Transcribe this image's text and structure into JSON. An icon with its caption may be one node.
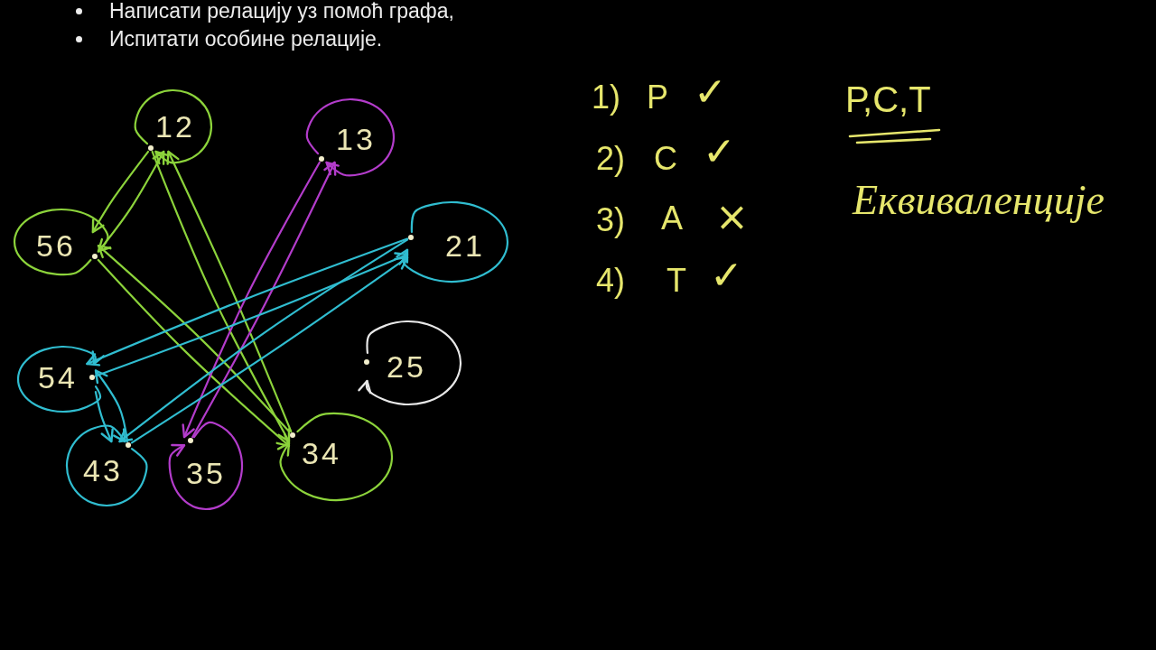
{
  "diagram": {
    "nodes": [
      {
        "text": [
          "12"
        ]
      },
      {
        "text": [
          "13"
        ]
      },
      {
        "text": [
          "56"
        ]
      },
      {
        "text": [
          "21"
        ]
      },
      {
        "text": [
          "54"
        ]
      },
      {
        "text": [
          "25"
        ]
      },
      {
        "text": [
          "43"
        ]
      },
      {
        "text": [
          "35"
        ]
      },
      {
        "text": [
          "34"
        ]
      }
    ],
    "edges": [
      {
        "from": 0,
        "to": 0,
        "arrow": "to",
        "color": "#8cd33b"
      },
      {
        "from": 1,
        "to": 1,
        "arrow": "to",
        "color": "#b33ccb"
      },
      {
        "from": 2,
        "to": 2,
        "arrow": "to",
        "color": "#8cd33b"
      },
      {
        "from": 3,
        "to": 3,
        "arrow": "to",
        "color": "#30bdd0"
      },
      {
        "from": 4,
        "to": 4,
        "arrow": "to",
        "color": "#30bdd0"
      },
      {
        "from": 5,
        "to": 5,
        "arrow": "to",
        "color": "#e8e8e8"
      },
      {
        "from": 6,
        "to": 6,
        "arrow": "to",
        "color": "#30bdd0"
      },
      {
        "from": 7,
        "to": 7,
        "arrow": "to",
        "color": "#b33ccb"
      },
      {
        "from": 8,
        "to": 8,
        "arrow": "to",
        "color": "#8cd33b"
      },
      {
        "from": 0,
        "to": 2,
        "arrow": "to",
        "color": "#8cd33b"
      },
      {
        "from": 2,
        "to": 0,
        "arrow": "to",
        "color": "#8cd33b"
      },
      {
        "from": 0,
        "to": 8,
        "arrow": "to",
        "color": "#8cd33b"
      },
      {
        "from": 8,
        "to": 0,
        "arrow": "to",
        "color": "#8cd33b"
      },
      {
        "from": 2,
        "to": 8,
        "arrow": "to",
        "color": "#8cd33b"
      },
      {
        "from": 8,
        "to": 2,
        "arrow": "to",
        "color": "#8cd33b"
      },
      {
        "from": 1,
        "to": 7,
        "arrow": "to",
        "color": "#b33ccb"
      },
      {
        "from": 7,
        "to": 1,
        "arrow": "to",
        "color": "#b33ccb"
      },
      {
        "from": 3,
        "to": 4,
        "arrow": "to",
        "color": "#30bdd0"
      },
      {
        "from": 4,
        "to": 3,
        "arrow": "to",
        "color": "#30bdd0"
      },
      {
        "from": 3,
        "to": 6,
        "arrow": "to",
        "color": "#30bdd0"
      },
      {
        "from": 6,
        "to": 3,
        "arrow": "to",
        "color": "#30bdd0"
      },
      {
        "from": 4,
        "to": 6,
        "arrow": "to",
        "color": "#30bdd0"
      },
      {
        "from": 6,
        "to": 4,
        "arrow": "to",
        "color": "#30bdd0"
      }
    ],
    "labels": [
      "Написати релацију уз помоћ графа,",
      "Испитати особине релације.",
      "1)",
      "Р",
      "✓",
      "2)",
      "С",
      "✓",
      "3)",
      "А",
      "×",
      "4)",
      "Т",
      "✓",
      "Р,С,Т",
      "Еквиваленције"
    ]
  }
}
